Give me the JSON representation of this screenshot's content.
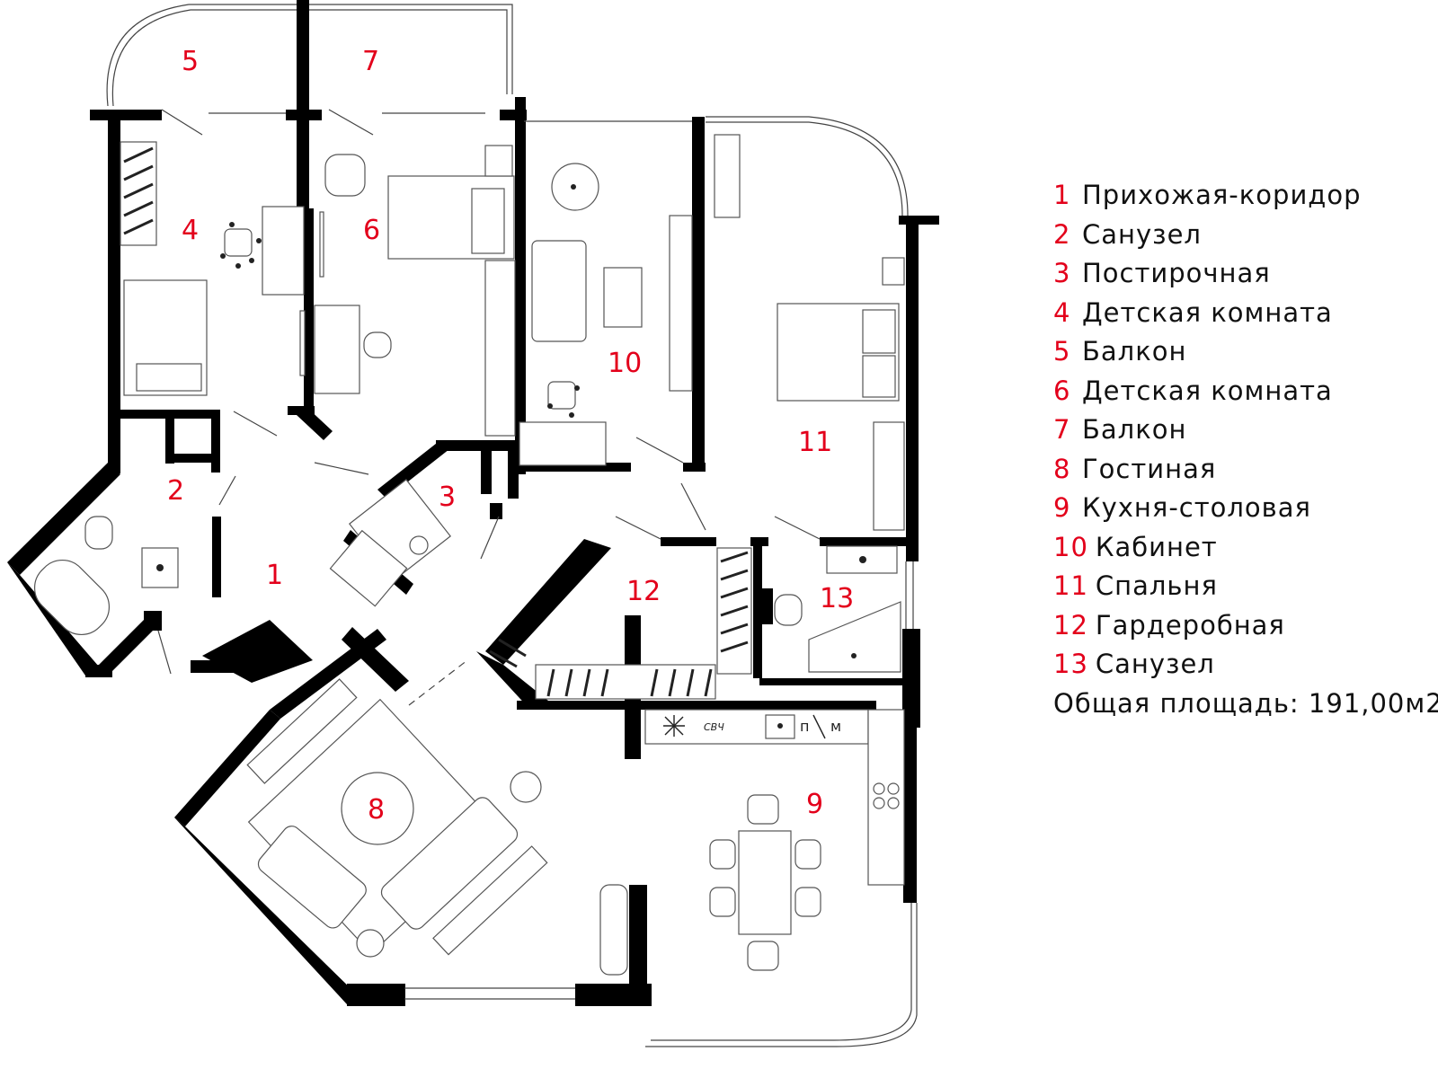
{
  "rooms": [
    {
      "id": 1,
      "label": "1",
      "name": "Прихожая-коридор"
    },
    {
      "id": 2,
      "label": "2",
      "name": "Санузел"
    },
    {
      "id": 3,
      "label": "3",
      "name": "Постирочная"
    },
    {
      "id": 4,
      "label": "4",
      "name": "Детская комната"
    },
    {
      "id": 5,
      "label": "5",
      "name": "Балкон"
    },
    {
      "id": 6,
      "label": "6",
      "name": "Детская комната"
    },
    {
      "id": 7,
      "label": "7",
      "name": "Балкон"
    },
    {
      "id": 8,
      "label": "8",
      "name": "Гостиная"
    },
    {
      "id": 9,
      "label": "9",
      "name": "Кухня-столовая"
    },
    {
      "id": 10,
      "label": "10",
      "name": "Кабинет"
    },
    {
      "id": 11,
      "label": "11",
      "name": "Спальня"
    },
    {
      "id": 12,
      "label": "12",
      "name": "Гардеробная"
    },
    {
      "id": 13,
      "label": "13",
      "name": "Санузел"
    }
  ],
  "total_area": "Общая площадь: 191,00м2",
  "kitchen_labels": {
    "microwave": "СВЧ",
    "dishwasher": "п",
    "washer": "м"
  },
  "colors": {
    "room_number": "#e3001b",
    "wall": "#000000",
    "text": "#111111"
  }
}
